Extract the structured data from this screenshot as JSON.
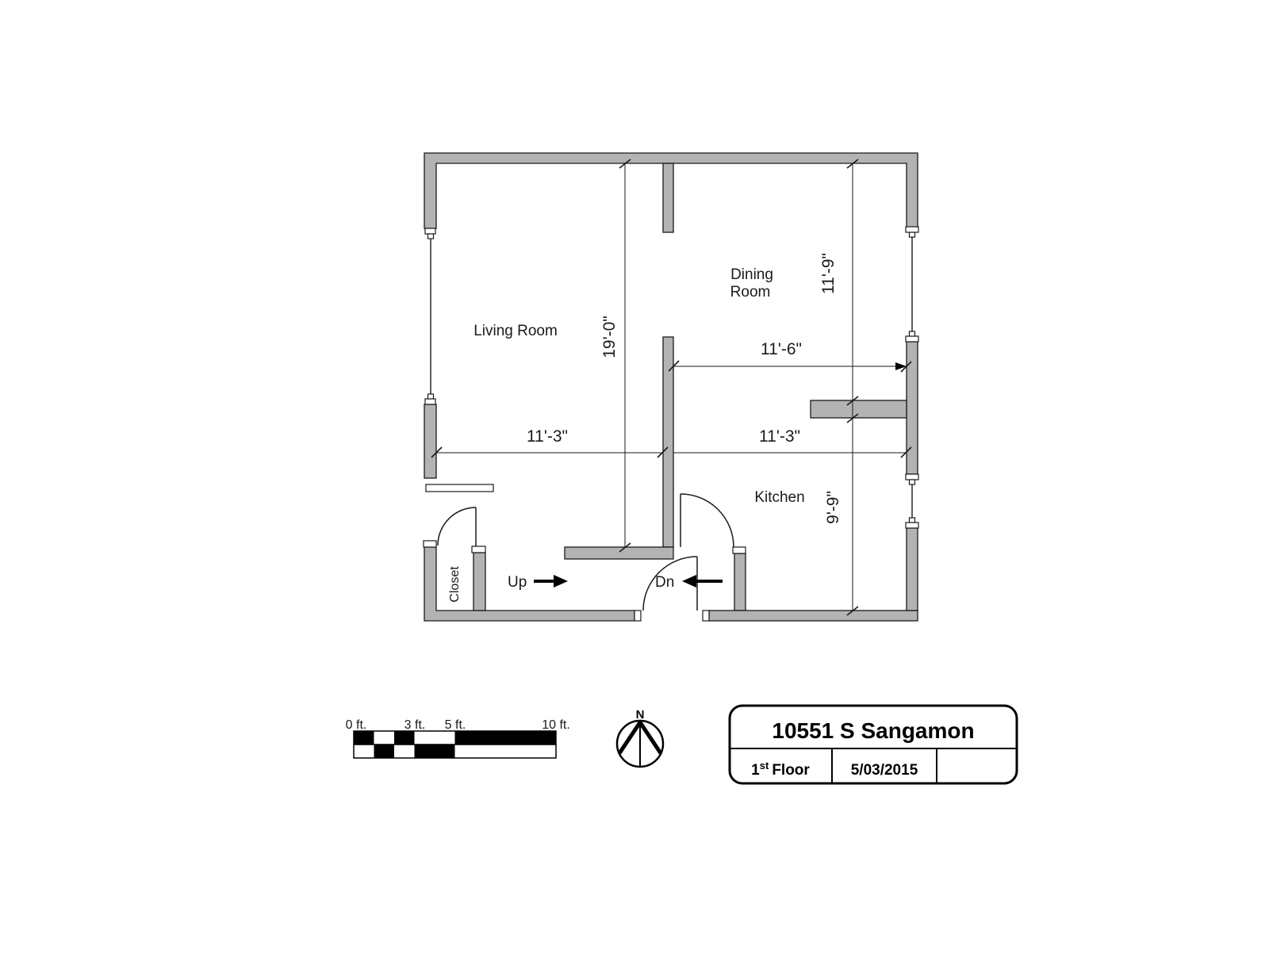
{
  "drawing": {
    "rooms": {
      "living": "Living Room",
      "dining_line1": "Dining",
      "dining_line2": "Room",
      "kitchen": "Kitchen",
      "closet": "Closet"
    },
    "dimensions": {
      "living_height": "19'-0\"",
      "dining_height": "11'-9\"",
      "dining_width": "11'-6\"",
      "living_width": "11'-3\"",
      "kitchen_width": "11'-3\"",
      "kitchen_height": "9'-9\""
    },
    "stairs": {
      "up": "Up",
      "down": "Dn"
    }
  },
  "scale_bar": {
    "labels": [
      "0 ft.",
      "3 ft.",
      "5 ft.",
      "10 ft."
    ]
  },
  "compass": {
    "north": "N"
  },
  "title_block": {
    "address": "10551 S Sangamon",
    "floor_number": "1",
    "floor_ordinal": "st",
    "floor_word": "Floor",
    "date": "5/03/2015"
  },
  "colors": {
    "wall_fill": "#b3b3b3",
    "line_color": "#1a1a1a",
    "background": "#ffffff"
  }
}
